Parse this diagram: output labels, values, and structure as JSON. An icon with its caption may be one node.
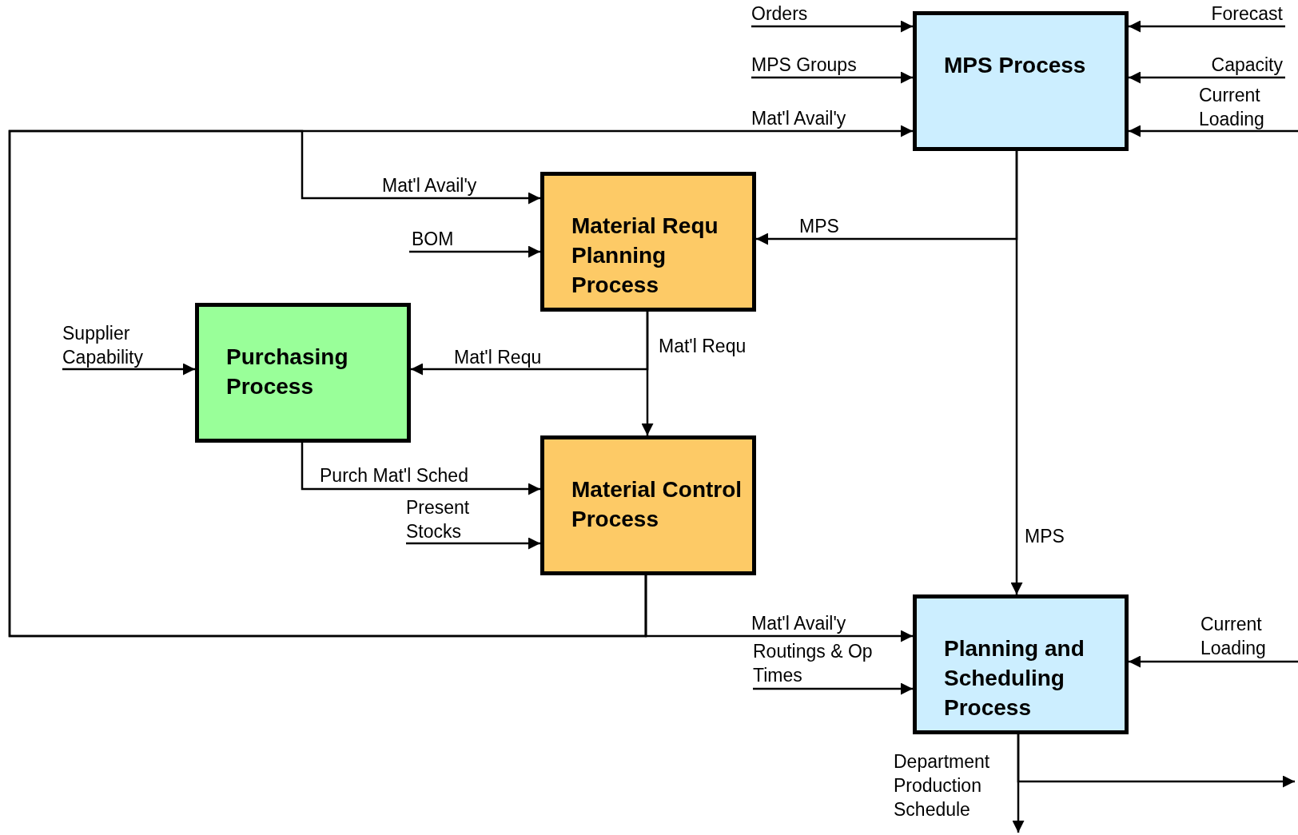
{
  "diagram": {
    "nodes": [
      {
        "text": [
          "MPS Process"
        ]
      },
      {
        "text": [
          "Material Requ Planning Process"
        ]
      },
      {
        "text": [
          "Purchasing Process"
        ]
      },
      {
        "text": [
          "Material Control Process"
        ]
      },
      {
        "text": [
          "Planning and Scheduling Process"
        ]
      }
    ],
    "edges": [
      {
        "from": null,
        "to": 0,
        "arrow": "to",
        "label": "Orders"
      },
      {
        "from": null,
        "to": 0,
        "arrow": "to",
        "label": "MPS Groups"
      },
      {
        "from": 3,
        "to": 0,
        "arrow": "to",
        "label": "Mat'l Avail'y"
      },
      {
        "from": null,
        "to": 0,
        "arrow": "to",
        "label": "Forecast"
      },
      {
        "from": null,
        "to": 0,
        "arrow": "to",
        "label": "Capacity"
      },
      {
        "from": null,
        "to": 0,
        "arrow": "to",
        "label": "Current Loading"
      },
      {
        "from": 3,
        "to": 1,
        "arrow": "to",
        "label": "Mat'l Avail'y"
      },
      {
        "from": null,
        "to": 1,
        "arrow": "to",
        "label": "BOM"
      },
      {
        "from": 0,
        "to": 1,
        "arrow": "to",
        "label": "MPS"
      },
      {
        "from": null,
        "to": 2,
        "arrow": "to",
        "label": "Supplier Capability"
      },
      {
        "from": 1,
        "to": 2,
        "arrow": "to",
        "label": "Mat'l Requ"
      },
      {
        "from": 1,
        "to": 3,
        "arrow": "to",
        "label": "Mat'l Requ"
      },
      {
        "from": 2,
        "to": 3,
        "arrow": "to",
        "label": "Purch Mat'l Sched"
      },
      {
        "from": null,
        "to": 3,
        "arrow": "to",
        "label": "Present Stocks"
      },
      {
        "from": 0,
        "to": 4,
        "arrow": "to",
        "label": "MPS"
      },
      {
        "from": 3,
        "to": 4,
        "arrow": "to",
        "label": "Mat'l Avail'y"
      },
      {
        "from": null,
        "to": 4,
        "arrow": "to",
        "label": "Routings & Op Times"
      },
      {
        "from": null,
        "to": 4,
        "arrow": "to",
        "label": "Current Loading"
      },
      {
        "from": 4,
        "to": null,
        "arrow": "to"
      },
      {
        "from": 4,
        "to": null,
        "arrow": "to",
        "label": "Department Production Schedule"
      }
    ]
  }
}
